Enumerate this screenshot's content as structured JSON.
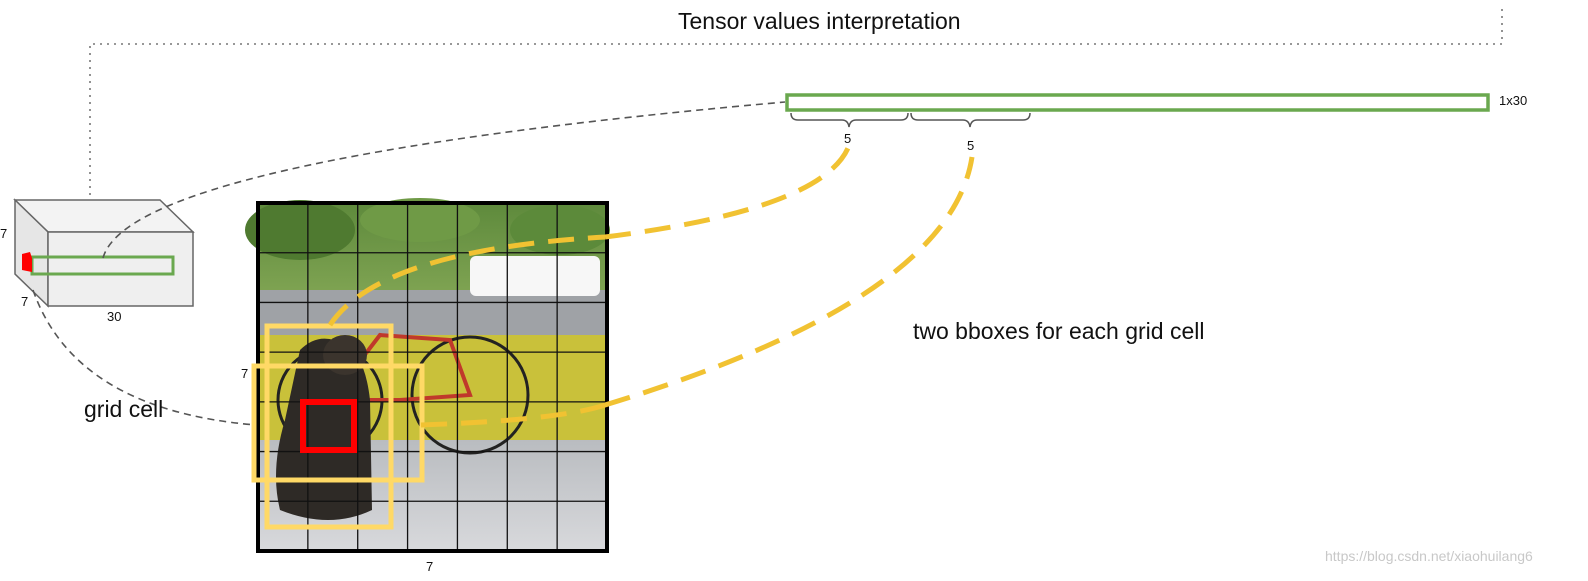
{
  "title": "Tensor values interpretation",
  "vector": {
    "label": "1x30",
    "segment_labels": [
      "5",
      "5"
    ]
  },
  "cube": {
    "dims": [
      "7",
      "7",
      "30"
    ]
  },
  "image": {
    "dim_left": "7",
    "dim_bottom": "7",
    "grid": 7
  },
  "labels": {
    "grid_cell": "grid cell",
    "bboxes": "two bboxes for each grid cell"
  },
  "watermark": "https://blog.csdn.net/xiaohuilang6",
  "colors": {
    "green": "#6aa84f",
    "yellow": "#f1c232",
    "box_yellow": "#ffd966",
    "red": "#ff0000",
    "dash": "#555555",
    "dot": "#777777"
  }
}
